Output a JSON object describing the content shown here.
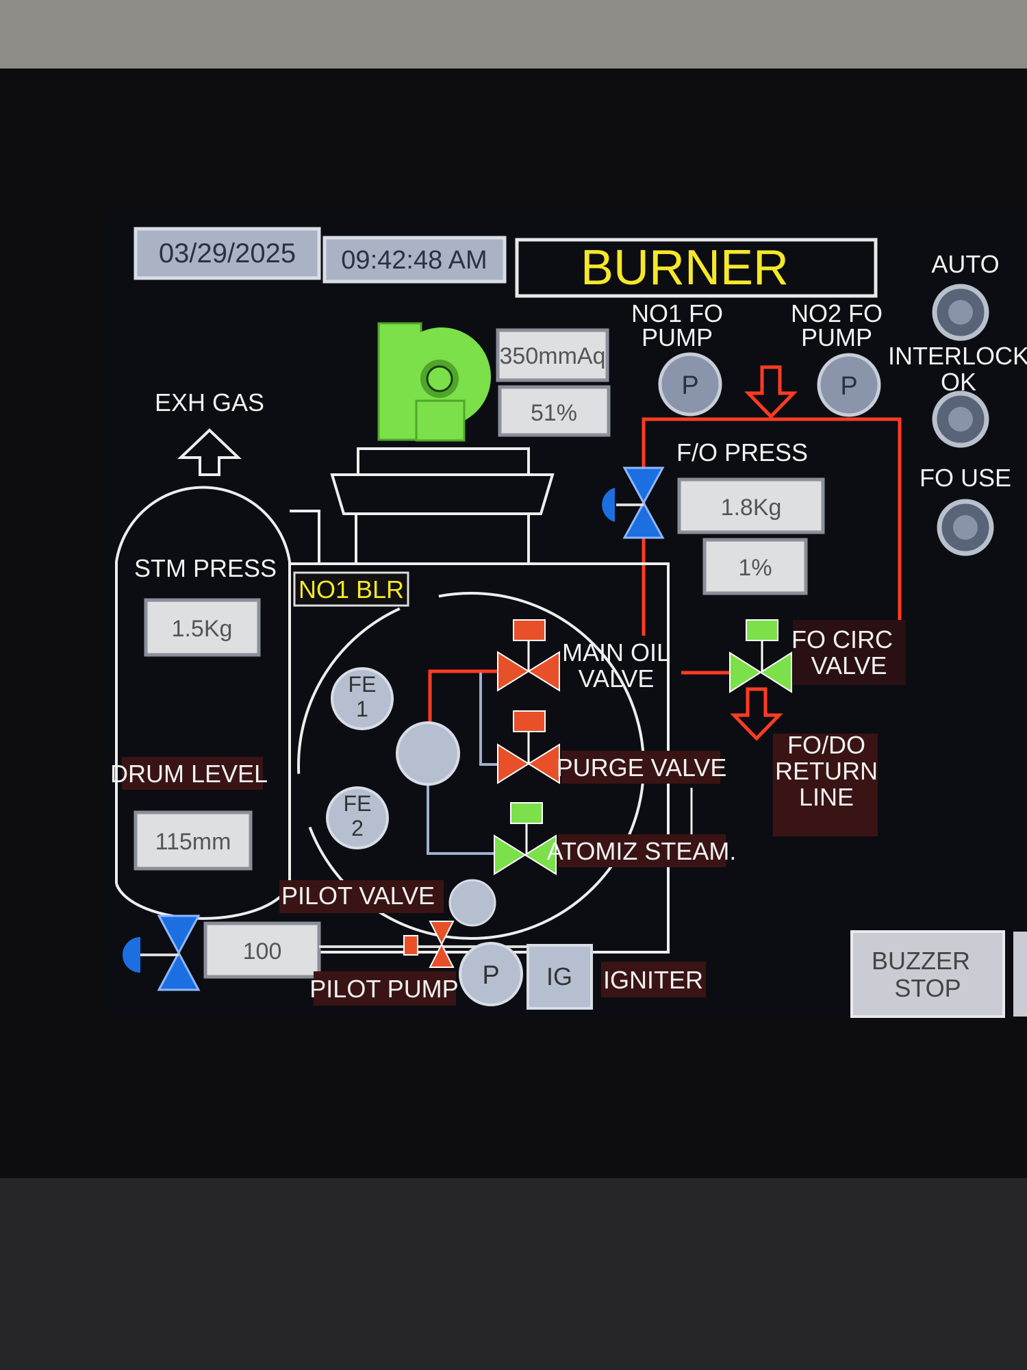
{
  "header": {
    "date": "03/29/2025",
    "time": "09:42:48 AM",
    "title": "BURNER"
  },
  "status_lamps": [
    {
      "label": "AUTO"
    },
    {
      "label_line1": "INTERLOCK",
      "label_line2": "OK"
    },
    {
      "label": "FO USE"
    }
  ],
  "fan": {
    "pressure": "350mmAq",
    "damper": "51%"
  },
  "pumps": {
    "no1": {
      "line1": "NO1 FO",
      "line2": "PUMP",
      "symbol": "P"
    },
    "no2": {
      "line1": "NO2 FO",
      "line2": "PUMP",
      "symbol": "P"
    },
    "pilot": {
      "label": "PILOT PUMP",
      "symbol": "P"
    }
  },
  "fo_press": {
    "label": "F/O PRESS",
    "value": "1.8Kg",
    "valve_open": "1%"
  },
  "boiler": {
    "exh_gas": "EXH GAS",
    "name": "NO1 BLR",
    "stm_press_label": "STM PRESS",
    "stm_press_value": "1.5Kg",
    "drum_level_label": "DRUM LEVEL",
    "drum_level_value": "115mm",
    "feed_valve_value": "100"
  },
  "flame_eyes": [
    {
      "line1": "FE",
      "line2": "1"
    },
    {
      "line1": "FE",
      "line2": "2"
    }
  ],
  "valves": {
    "main_oil": {
      "line1": "MAIN OIL",
      "line2": "VALVE",
      "state_color": "#e8502a"
    },
    "purge": {
      "label": "PURGE VALVE",
      "state_color": "#e8502a"
    },
    "atomiz": {
      "label": "ATOMIZ STEAM.",
      "state_color": "#7be04a"
    },
    "fo_circ": {
      "line1": "FO CIRC",
      "line2": "VALVE",
      "state_color": "#7be04a"
    },
    "pilot": {
      "label": "PILOT VALVE",
      "state_color": "#e8502a"
    }
  },
  "return_line": {
    "line1": "FO/DO",
    "line2": "RETURN",
    "line3": "LINE"
  },
  "igniter": {
    "symbol": "IG",
    "label": "IGNITER"
  },
  "buttons": {
    "buzzer_line1": "BUZZER",
    "buzzer_line2": "STOP"
  },
  "colors": {
    "title": "#f5e82a",
    "fo_line": "#ff3b24",
    "running": "#7be04a",
    "stopped": "#e8502a",
    "valve_blue": "#1c6fe0"
  }
}
